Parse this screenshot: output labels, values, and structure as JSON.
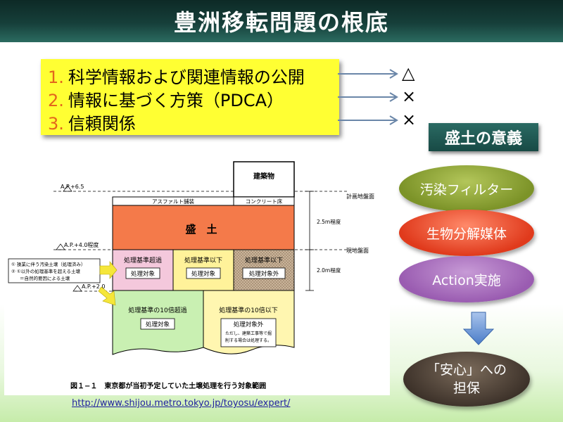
{
  "title": "豊洲移転問題の根底",
  "list": [
    {
      "num": "1.",
      "text": "科学情報および関連情報の公開",
      "mark": "△"
    },
    {
      "num": "2.",
      "text": "情報に基づく方策（PDCA）",
      "mark": "×"
    },
    {
      "num": "3.",
      "text": "信頼関係",
      "mark": "×"
    }
  ],
  "meaning_label": "盛土の意義",
  "ovals": [
    "汚染フィルター",
    "生物分解媒体",
    "Action実施"
  ],
  "result_line1": "「安心」への",
  "result_line2": "担保",
  "colors": {
    "title_bg": "#163f3a",
    "highlight": "#ffff33",
    "number": "#e3661c"
  },
  "figure": {
    "building": "建築物",
    "asphalt": "アスファルト舗装",
    "concrete": "コンクリート床",
    "fill": "盛　土",
    "ap65": "A.P.+6.5",
    "ap40": "A.P.+4.0程度",
    "ap20": "A.P.+2.0",
    "plan_level": "計画地盤面",
    "current_level": "現地盤面",
    "h25": "2.5m程度",
    "h20": "2.0m程度",
    "note1": "① 操業に伴う汚染土壌（処理済み）",
    "note2": "② ①以外の処理基準を超える土壌",
    "note3": "＝自然的要因による土壌",
    "c1": "処理基準超過",
    "c2": "処理基準以下",
    "c3": "処理基準以下",
    "target": "処理対象",
    "non_target": "処理対象外",
    "c4": "処理基準の10倍超過",
    "c5": "処理基準の10倍以下",
    "tadashi1": "ただし、建築工事等で掘",
    "tadashi2": "削する場合は処理する。",
    "caption": "図１−１　東京都が当初予定していた土壌処理を行う対象範囲"
  },
  "url": "http://www.shijou.metro.tokyo.jp/toyosu/expert/"
}
